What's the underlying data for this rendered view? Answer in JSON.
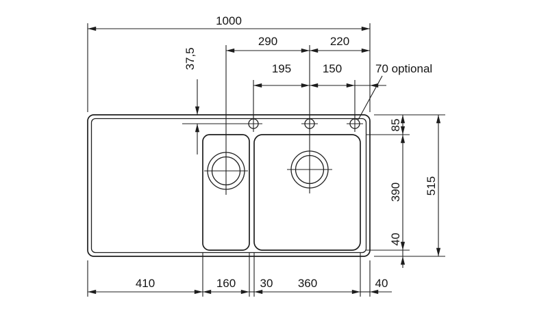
{
  "drawing": {
    "labels": {
      "overall_width": "1000",
      "drain_to_hole2": "290",
      "hole2_to_edge": "220",
      "hole1_to_hole2": "195",
      "hole2_to_hole3": "150",
      "hole3_optional": "70 optional",
      "edge_to_holes": "37,5",
      "edge_to_bowl_top": "85",
      "bowl_span": "390",
      "bowl_to_edge_bottom": "40",
      "overall_depth": "515",
      "drainboard_width": "410",
      "small_bowl_width": "160",
      "bowl_gap": "30",
      "large_bowl_width": "360",
      "large_bowl_to_edge": "40"
    },
    "colors": {
      "line": "#1d1d1d",
      "text": "#141414",
      "background": "#ffffff"
    }
  }
}
